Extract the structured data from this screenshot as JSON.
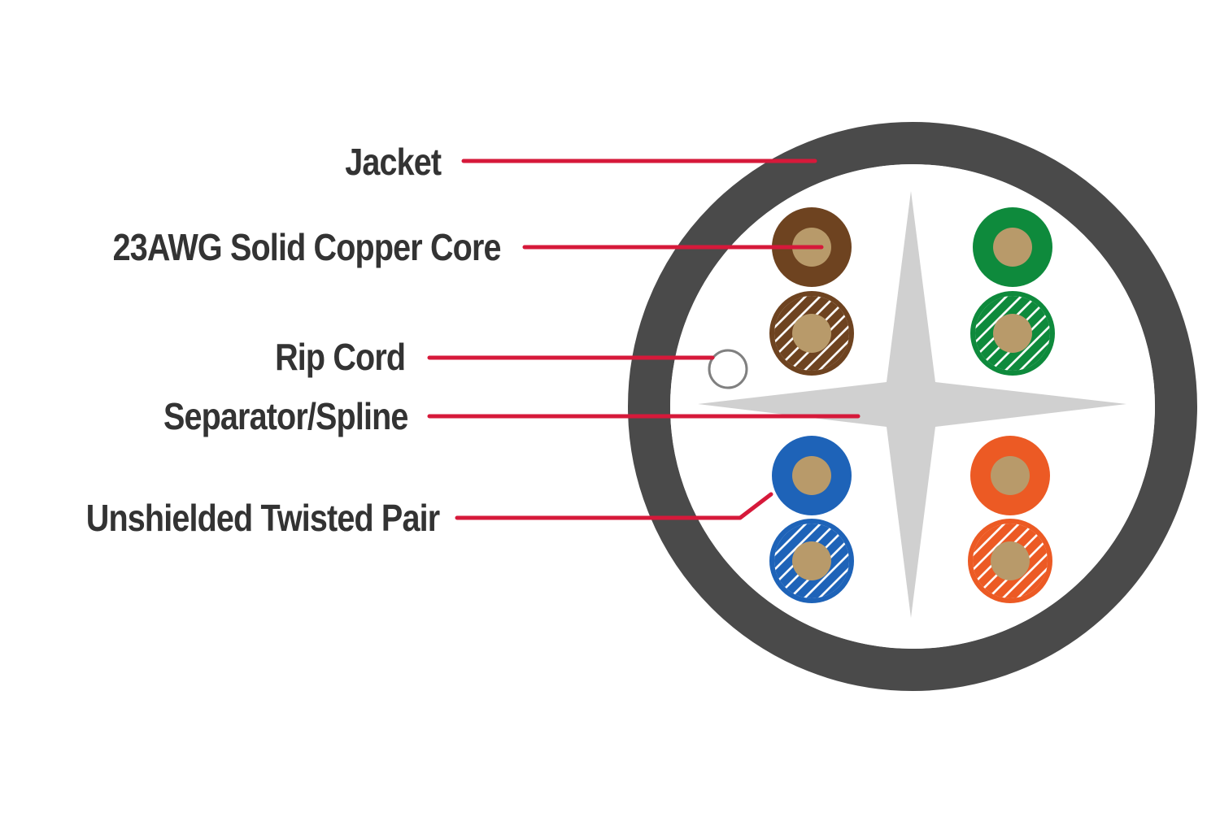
{
  "labels": {
    "jacket": "Jacket",
    "copper_core": "23AWG Solid Copper Core",
    "rip_cord": "Rip Cord",
    "separator": "Separator/Spline",
    "twisted_pair": "Unshielded Twisted Pair"
  },
  "colors": {
    "label_text": "#333333",
    "leader_line": "#d6193a",
    "jacket": "#4a4a4a",
    "cable_interior": "#ffffff",
    "spline": "#d0d0d0",
    "copper": "#b89a6a",
    "rip_cord_outline": "#808080"
  },
  "pairs": [
    {
      "name": "brown-pair",
      "color": "#6e4320"
    },
    {
      "name": "green-pair",
      "color": "#0e8a3c"
    },
    {
      "name": "blue-pair",
      "color": "#1e63b8"
    },
    {
      "name": "orange-pair",
      "color": "#ec5a24"
    }
  ]
}
